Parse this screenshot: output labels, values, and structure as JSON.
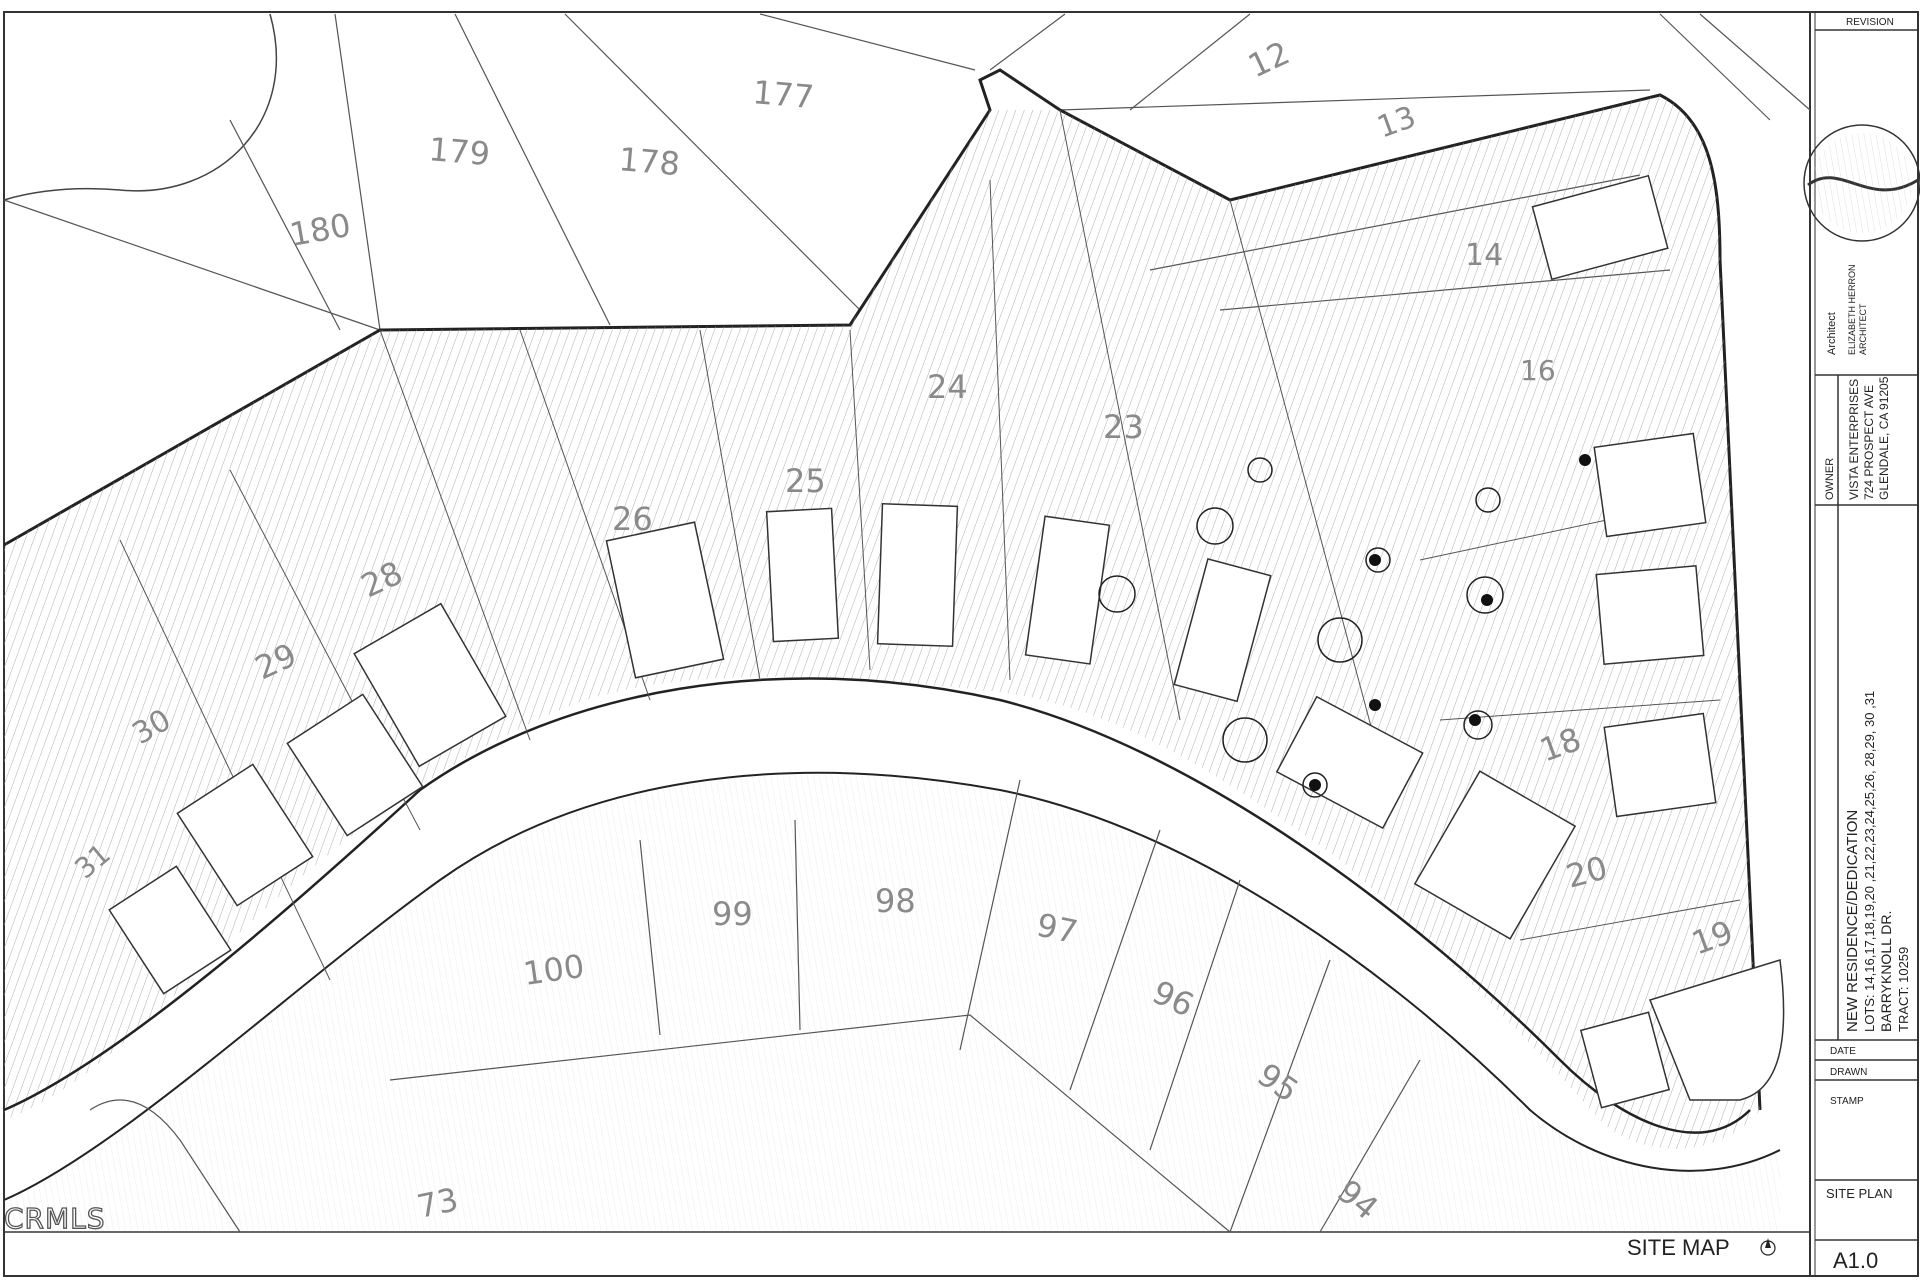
{
  "title_block": {
    "revision_label": "REVISION",
    "architect_label": "Architect",
    "architect_name": "ELIZABETH HERRON",
    "architect_title": "ARCHITECT",
    "owner_label": "OWNER",
    "owner_lines": [
      "VISTA ENTERPRISES",
      "724 PROSPECT AVE",
      "GLENDALE, CA  91205"
    ],
    "project_lines": [
      "NEW RESIDENCE/DEDICATION",
      "LOTS: 14,16,17,18,19,20 ,21,22,23,24,25,26, 28,29, 30 ,31",
      "BARRYKNOLL DR.",
      "TRACT: 10259"
    ],
    "date_label": "DATE",
    "drawn_label": "DRAWN",
    "stamp_label": "STAMP",
    "sheet_title": "SITE PLAN",
    "sheet_number": "A1.0"
  },
  "map": {
    "caption": "SITE MAP",
    "lot_numbers": [
      "177",
      "178",
      "179",
      "180",
      "12",
      "13",
      "14",
      "16",
      "18",
      "19",
      "20",
      "23",
      "24",
      "25",
      "26",
      "28",
      "29",
      "30",
      "31",
      "94",
      "95",
      "96",
      "97",
      "98",
      "99",
      "100",
      "73"
    ]
  },
  "watermark": "CRMLS"
}
